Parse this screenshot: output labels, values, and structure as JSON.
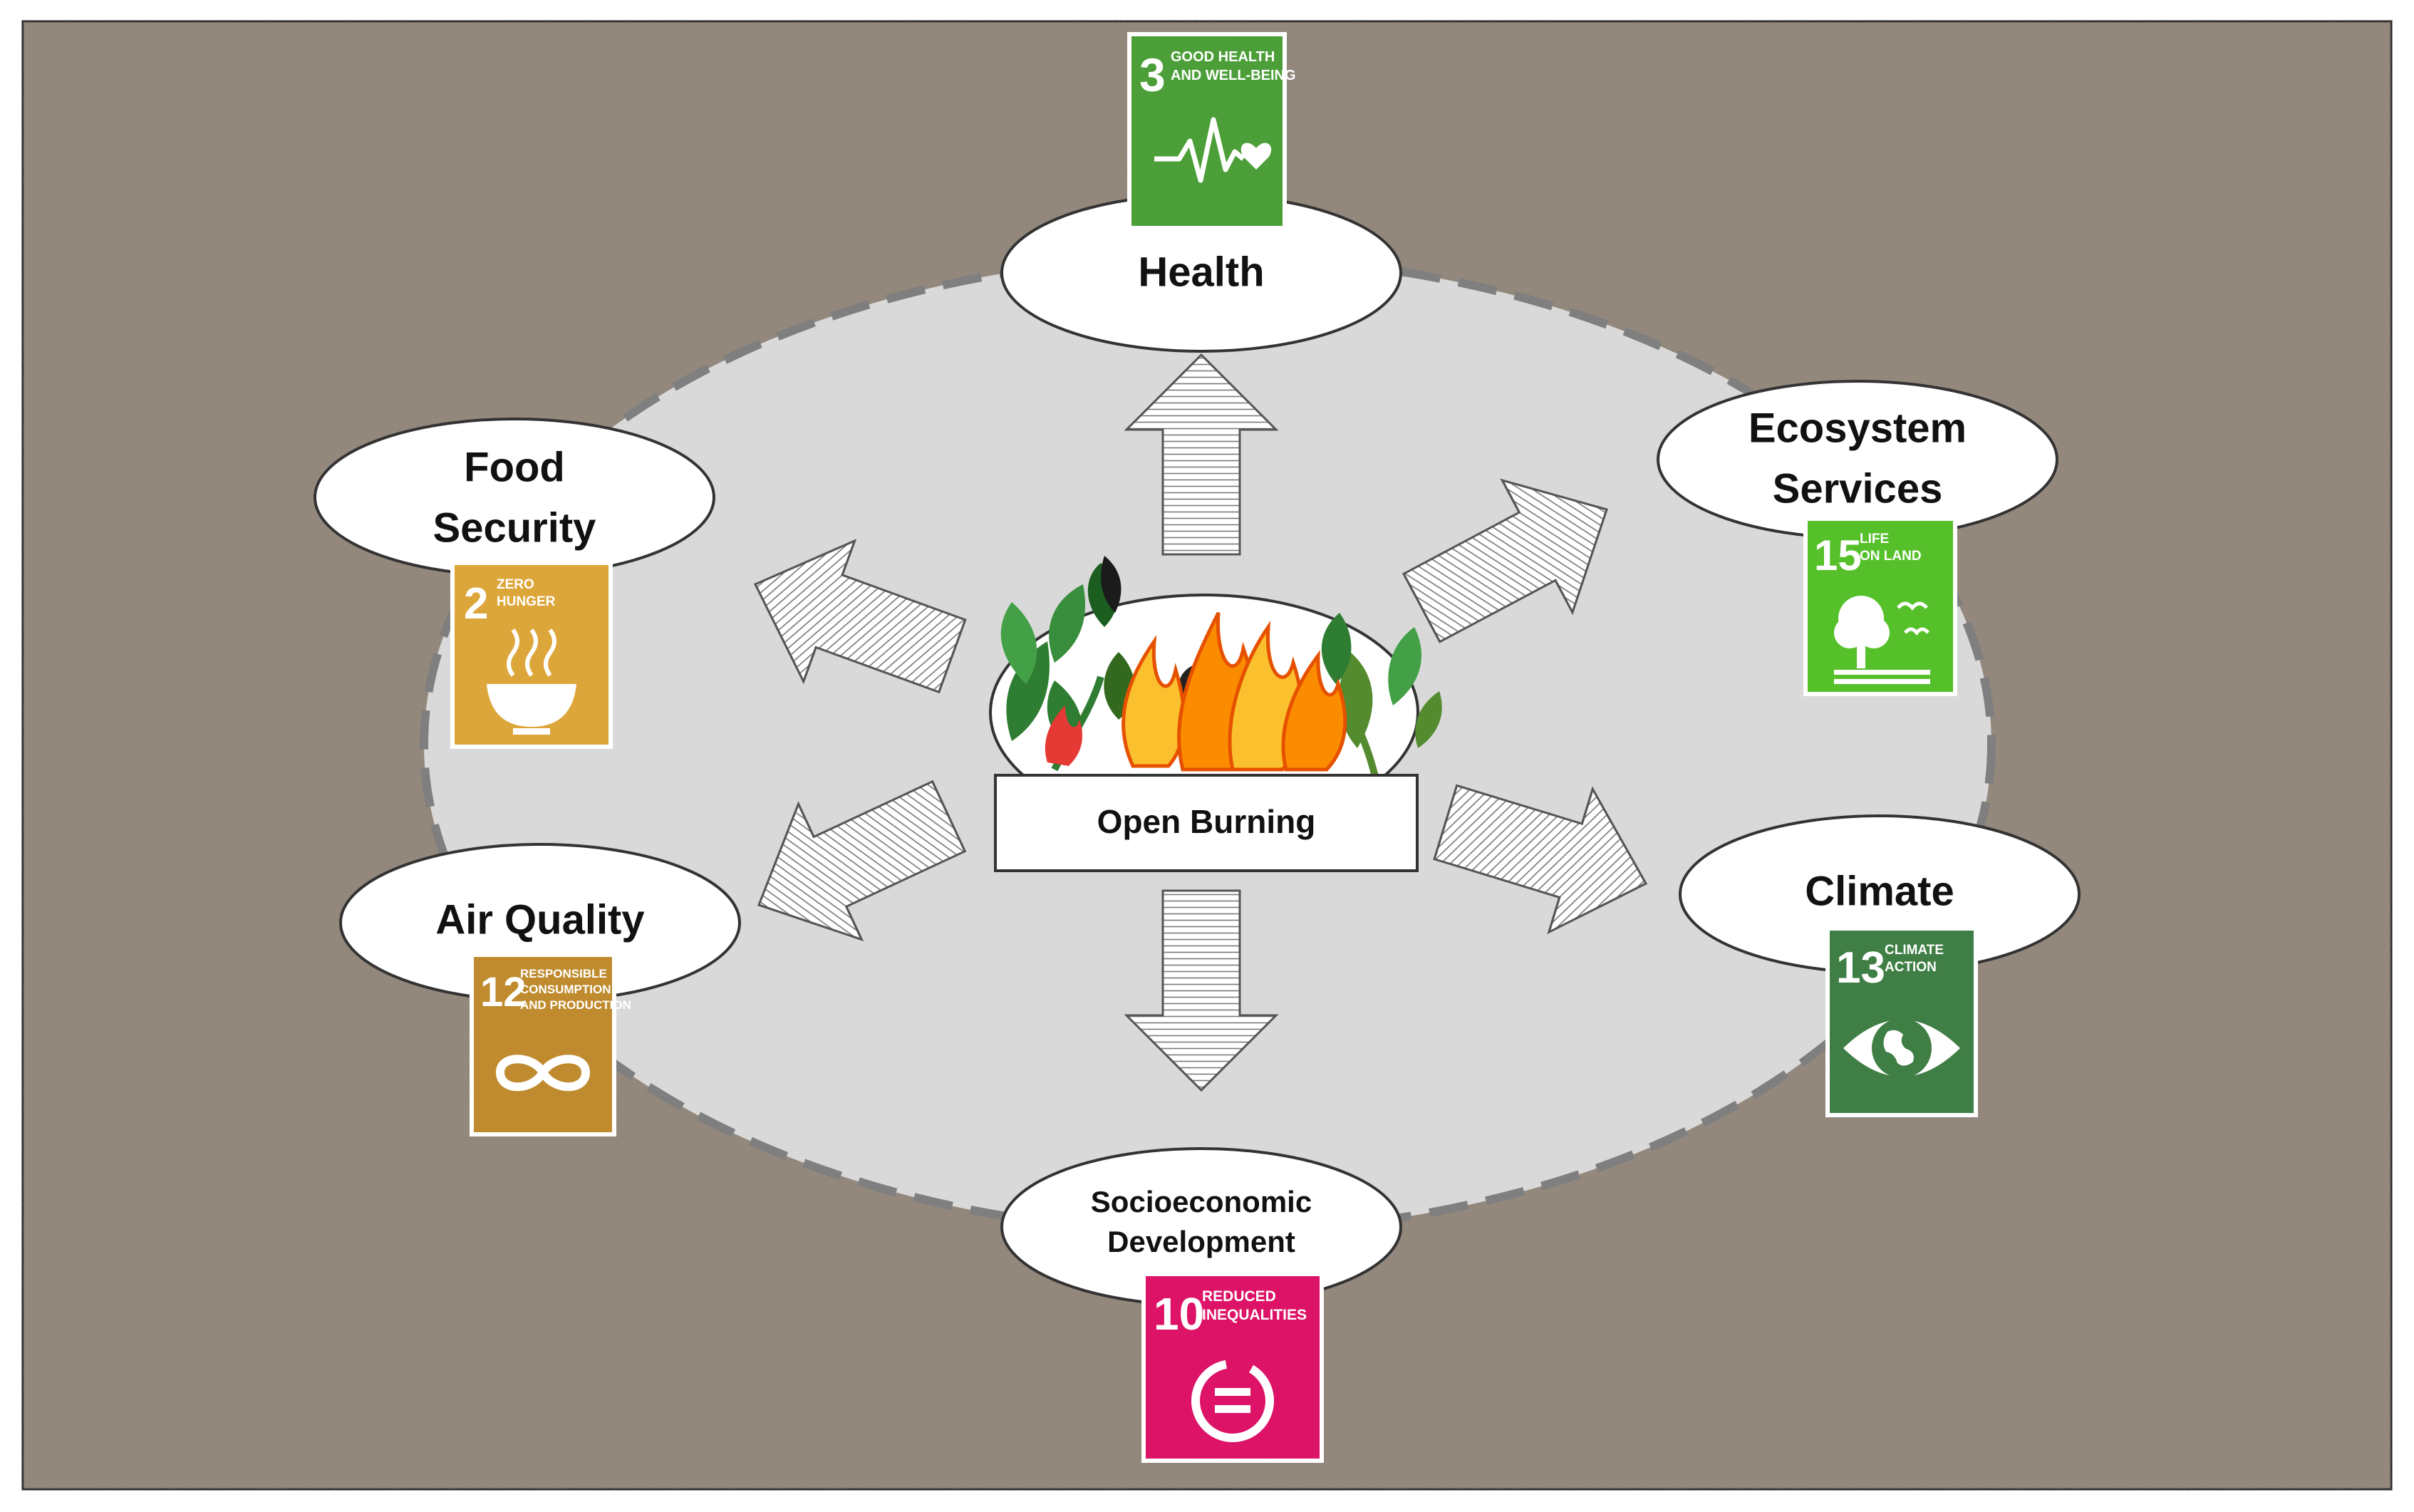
{
  "center": {
    "label": "Open Burning"
  },
  "impacts": {
    "health": {
      "label": "Health"
    },
    "ecosystem": {
      "line1": "Ecosystem",
      "line2": "Services"
    },
    "climate": {
      "label": "Climate"
    },
    "socio": {
      "line1": "Socioeconomic",
      "line2": "Development"
    },
    "air": {
      "label": "Air Quality"
    },
    "food": {
      "line1": "Food",
      "line2": "Security"
    }
  },
  "sdgs": {
    "sdg3": {
      "number": "3",
      "line1": "GOOD HEALTH",
      "line2": "AND WELL-BEING",
      "line3": "",
      "color": "#4c9f38",
      "icon": "heartbeat-icon"
    },
    "sdg15": {
      "number": "15",
      "line1": "LIFE",
      "line2": "ON LAND",
      "line3": "",
      "color": "#56c02b",
      "icon": "tree-birds-icon"
    },
    "sdg13": {
      "number": "13",
      "line1": "CLIMATE",
      "line2": "ACTION",
      "line3": "",
      "color": "#3f7e44",
      "icon": "eye-globe-icon"
    },
    "sdg10": {
      "number": "10",
      "line1": "REDUCED",
      "line2": "INEQUALITIES",
      "line3": "",
      "color": "#dd1367",
      "icon": "equality-icon"
    },
    "sdg12": {
      "number": "12",
      "line1": "RESPONSIBLE",
      "line2": "CONSUMPTION",
      "line3": "AND PRODUCTION",
      "color": "#bf8b2e",
      "icon": "infinity-icon"
    },
    "sdg2": {
      "number": "2",
      "line1": "ZERO",
      "line2": "HUNGER",
      "line3": "",
      "color": "#dda63a",
      "icon": "bowl-icon"
    }
  },
  "colors": {
    "background": "#8f8276",
    "inner_area": "#d9d9d9",
    "inner_border": "#7f7f7f"
  }
}
